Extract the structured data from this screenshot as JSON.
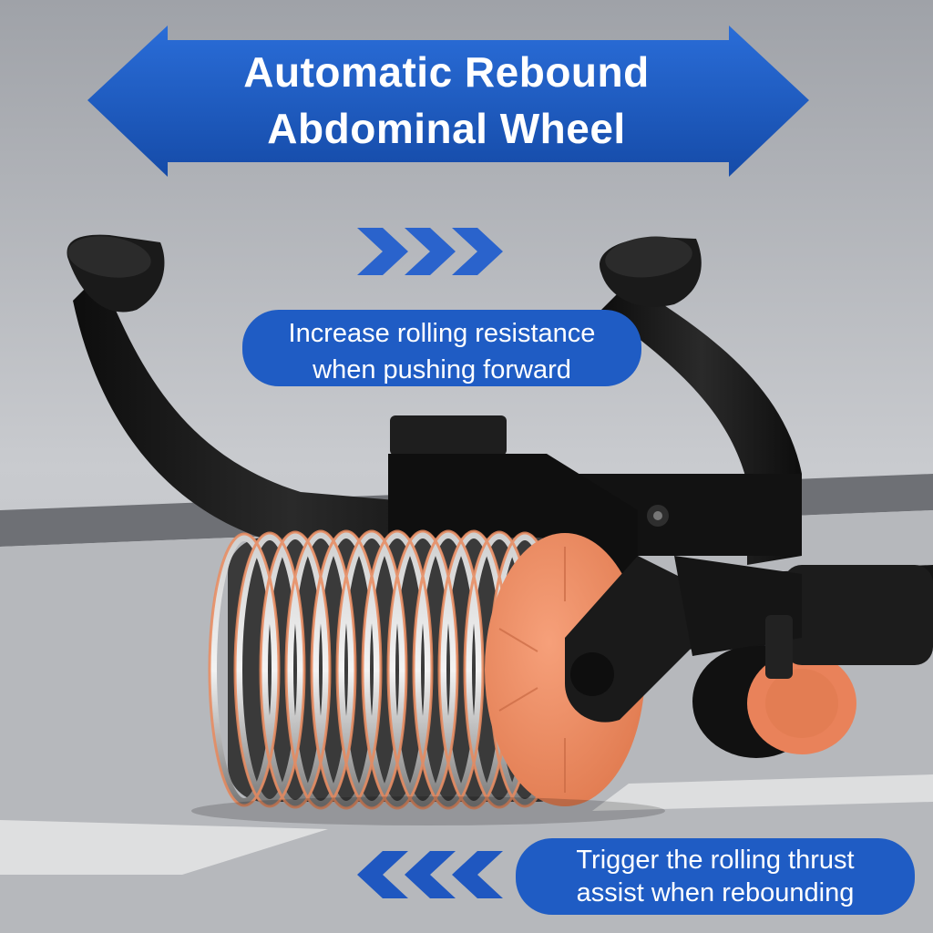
{
  "banner": {
    "line1": "Automatic Rebound",
    "line2": "Abdominal Wheel"
  },
  "callout_forward": {
    "line1": "Increase rolling resistance",
    "line2": "when pushing forward",
    "direction_icon": "chevrons-right-icon"
  },
  "callout_rebound": {
    "line1": "Trigger the rolling thrust",
    "line2": "assist when rebounding",
    "direction_icon": "chevrons-left-icon"
  },
  "colors": {
    "accent_blue": "#1f5cc4",
    "wheel_orange": "#f08a5d",
    "handle_black": "#141414"
  }
}
